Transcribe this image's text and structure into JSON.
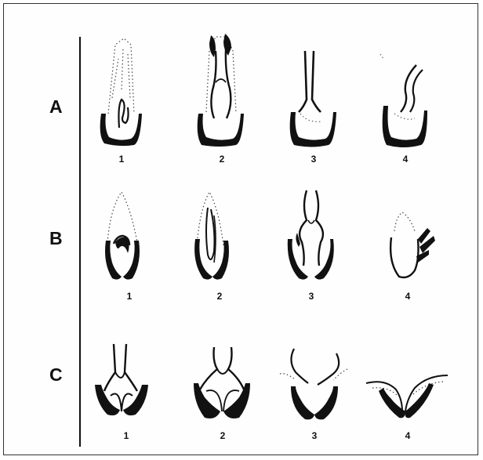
{
  "rows": [
    {
      "label": "A",
      "columns": [
        "1",
        "2",
        "3",
        "4"
      ]
    },
    {
      "label": "B",
      "columns": [
        "1",
        "2",
        "3",
        "4"
      ]
    },
    {
      "label": "C",
      "columns": [
        "1",
        "2",
        "3",
        "4"
      ]
    }
  ],
  "colors": {
    "ink": "#111111",
    "background": "#ffffff"
  }
}
